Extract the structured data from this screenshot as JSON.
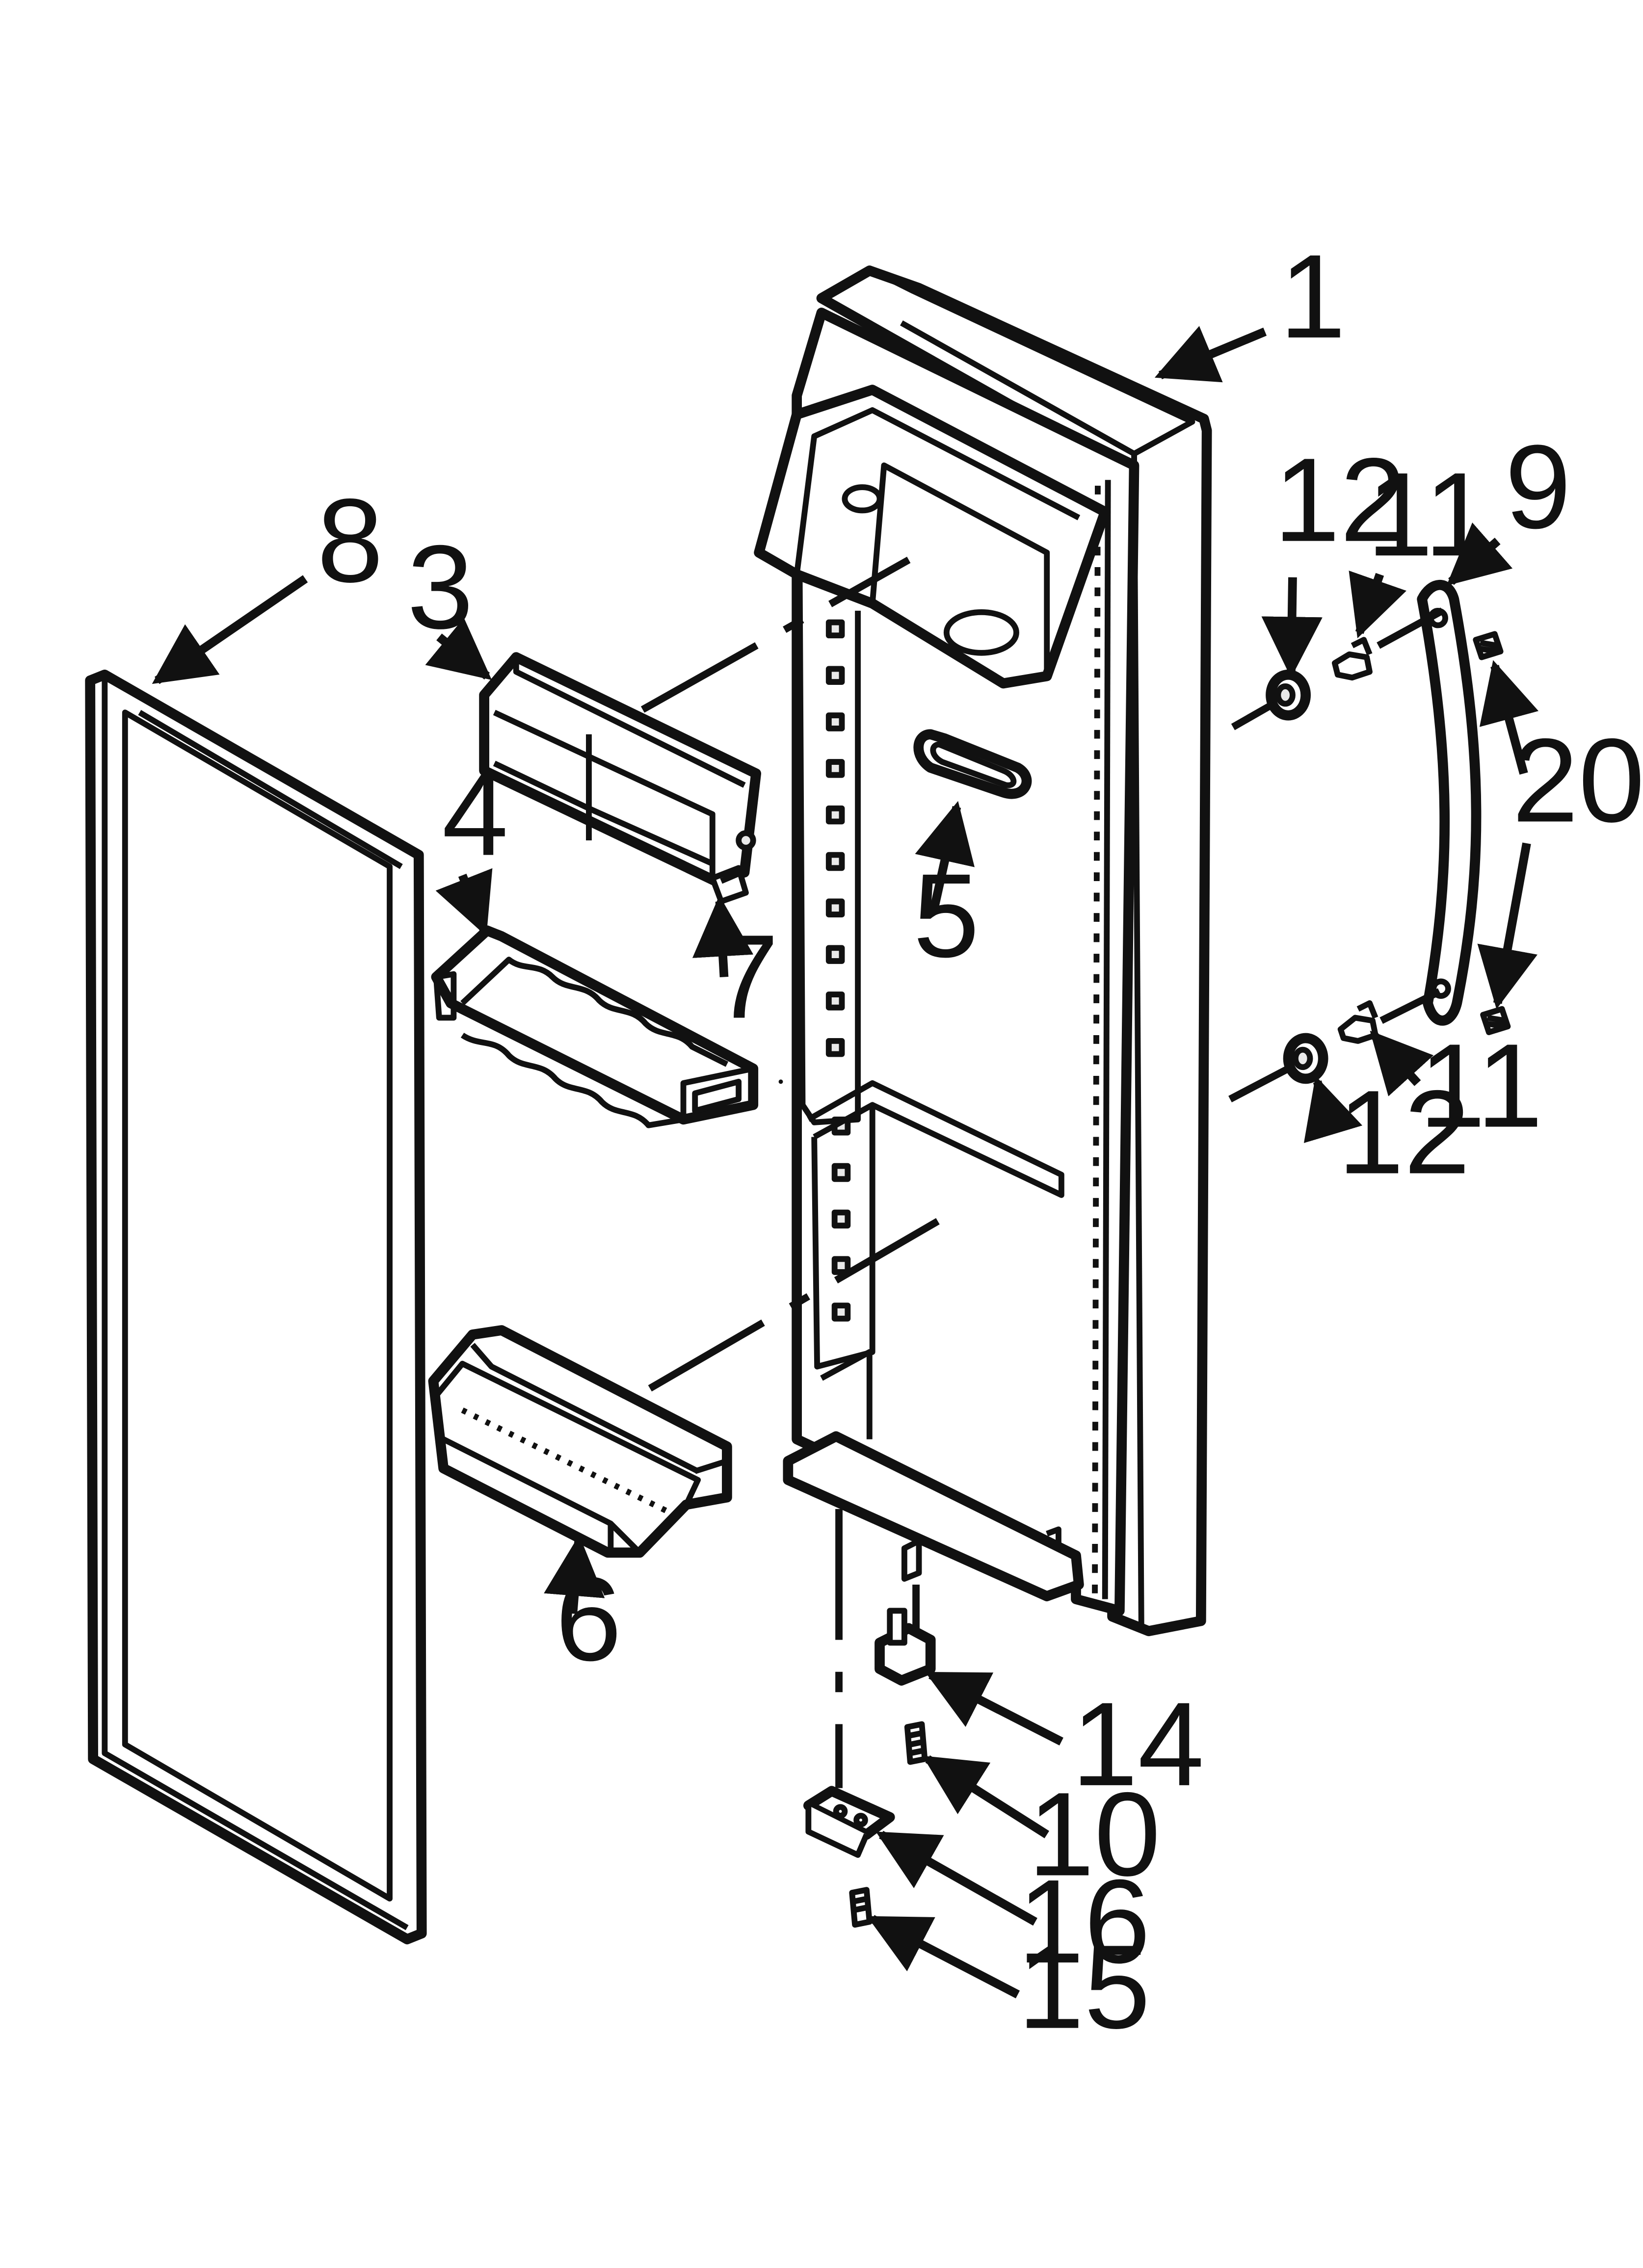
{
  "callouts": [
    {
      "id": "c1",
      "label": "1"
    },
    {
      "id": "c3",
      "label": "3"
    },
    {
      "id": "c4",
      "label": "4"
    },
    {
      "id": "c5",
      "label": "5"
    },
    {
      "id": "c6",
      "label": "6"
    },
    {
      "id": "c7",
      "label": "7"
    },
    {
      "id": "c8",
      "label": "8"
    },
    {
      "id": "c9",
      "label": "9"
    },
    {
      "id": "c10",
      "label": "10"
    },
    {
      "id": "c11a",
      "label": "11"
    },
    {
      "id": "c11b",
      "label": "11"
    },
    {
      "id": "c12a",
      "label": "12"
    },
    {
      "id": "c12b",
      "label": "12"
    },
    {
      "id": "c14",
      "label": "14"
    },
    {
      "id": "c15",
      "label": "15"
    },
    {
      "id": "c16",
      "label": "16"
    },
    {
      "id": "c20",
      "label": "20"
    }
  ]
}
